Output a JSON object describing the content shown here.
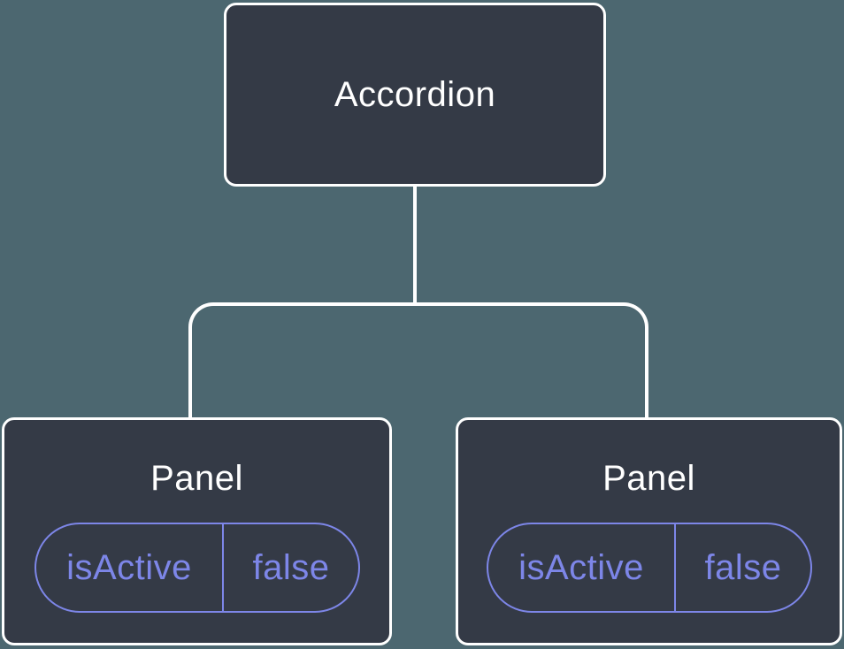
{
  "diagram": {
    "root": {
      "label": "Accordion"
    },
    "children": [
      {
        "label": "Panel",
        "prop": {
          "name": "isActive",
          "value": "false"
        }
      },
      {
        "label": "Panel",
        "prop": {
          "name": "isActive",
          "value": "false"
        }
      }
    ]
  },
  "colors": {
    "background": "#4c6770",
    "node_fill": "#343a46",
    "node_border": "#ffffff",
    "connector": "#ffffff",
    "accent_purple": "#7d86e8",
    "title_text": "#ffffff"
  }
}
